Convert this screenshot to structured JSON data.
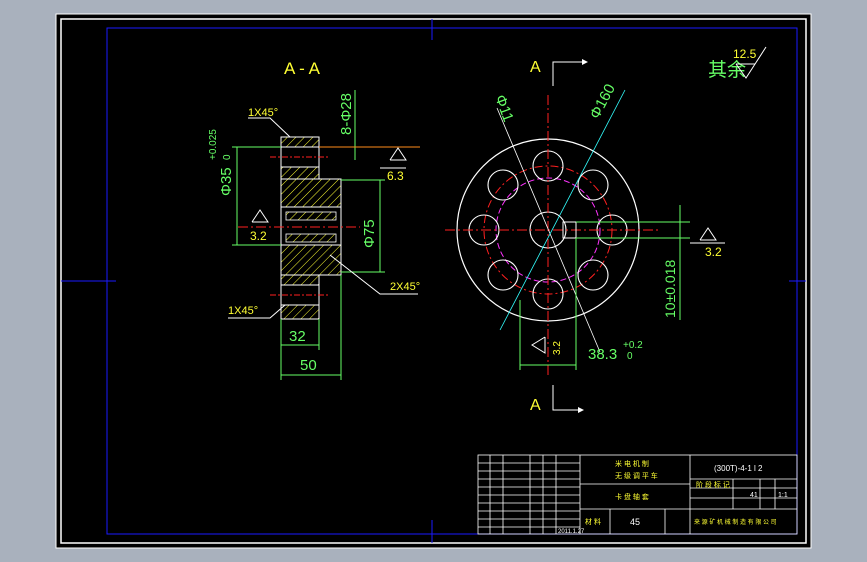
{
  "colors": {
    "background": "#a9b1bd",
    "paper": "#000000",
    "frame": "#ffffff",
    "inner_frame": "#1a1aff",
    "dimension": "#66ff66",
    "annotation": "#ffff33",
    "hatch": "#ffff33",
    "center_line": "#ff2020",
    "tolerance_triangle": "#ffffff",
    "cyan": "#33ffff",
    "magenta": "#ff33ff",
    "orange": "#ff8c1a"
  },
  "section_view": {
    "label": "A - A",
    "chamfer_top": "1X45°",
    "chamfer_bottom": "1X45°",
    "chamfer_right": "2X45°",
    "hole_dim": "8-Φ28",
    "bore_dim_main": "Φ35",
    "bore_tol_upper": "+0.025",
    "bore_tol_lower": "0",
    "roughness_top": "6.3",
    "roughness_left": "3.2",
    "dia_75": "Φ75",
    "width_32": "32",
    "width_50": "50"
  },
  "front_view": {
    "section_mark_top": "A",
    "section_mark_bottom": "A",
    "hole_dia": "Φ11",
    "pcd": "Φ160",
    "keyway_width": "10±0.018",
    "keyway_depth_main": "38.3",
    "keyway_depth_upper": "+0.2",
    "keyway_depth_lower": "0",
    "roughness_right": "3.2",
    "roughness_keyway": "3.2"
  },
  "general_roughness": {
    "label": "其余",
    "value": "12.5"
  },
  "title_block": {
    "drawing_number": "(300T)-4-1 l 2",
    "part_name": "卡 盘 轴 套",
    "design_institute": "",
    "material": "45",
    "material_label": "材 料",
    "scale_value": "1:1",
    "quantity": "41",
    "company": "来 源 矿 机 械 制 造 有 限 公 司",
    "header_line1": "米 电 机 制",
    "header_line2": "无 级 调 平 车",
    "date": "2011.1.27",
    "scale_header": "阶 段 标 记"
  }
}
